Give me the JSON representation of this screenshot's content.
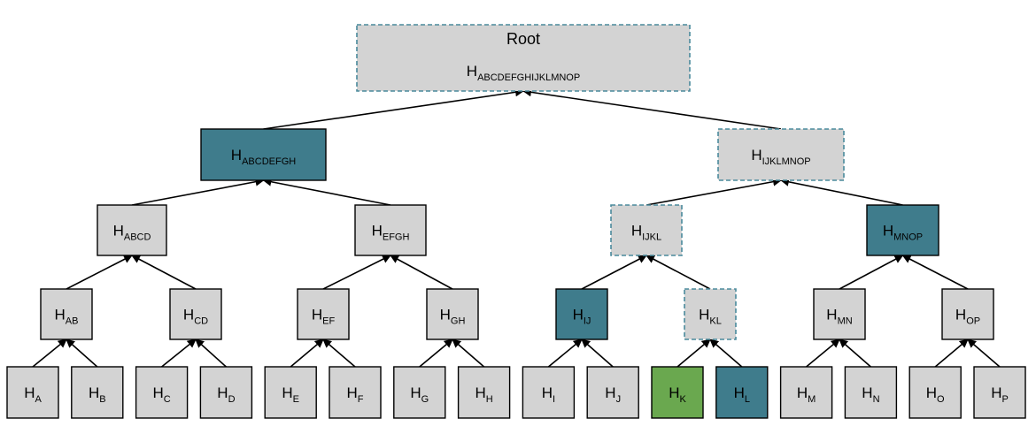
{
  "colors": {
    "plain_fill": "#d3d3d3",
    "plain_stroke": "#000000",
    "dashed_fill": "#d3d3d3",
    "dashed_stroke": "#4a8a9c",
    "teal_fill": "#3f7c8c",
    "green_fill": "#6aa84f",
    "edge": "#000000"
  },
  "nodes": {
    "root": {
      "title": "Root",
      "main": "H",
      "sub": "ABCDEFGHIJKLMNOP",
      "style": "dashed"
    },
    "abcdefgh": {
      "main": "H",
      "sub": "ABCDEFGH",
      "style": "teal"
    },
    "ijklmnop": {
      "main": "H",
      "sub": "IJKLMNOP",
      "style": "dashed"
    },
    "abcd": {
      "main": "H",
      "sub": "ABCD",
      "style": "plain"
    },
    "efgh": {
      "main": "H",
      "sub": "EFGH",
      "style": "plain"
    },
    "ijkl": {
      "main": "H",
      "sub": "IJKL",
      "style": "dashed"
    },
    "mnop": {
      "main": "H",
      "sub": "MNOP",
      "style": "teal"
    },
    "ab": {
      "main": "H",
      "sub": "AB",
      "style": "plain"
    },
    "cd": {
      "main": "H",
      "sub": "CD",
      "style": "plain"
    },
    "ef": {
      "main": "H",
      "sub": "EF",
      "style": "plain"
    },
    "gh": {
      "main": "H",
      "sub": "GH",
      "style": "plain"
    },
    "ij": {
      "main": "H",
      "sub": "IJ",
      "style": "teal"
    },
    "kl": {
      "main": "H",
      "sub": "KL",
      "style": "dashed"
    },
    "mn": {
      "main": "H",
      "sub": "MN",
      "style": "plain"
    },
    "op": {
      "main": "H",
      "sub": "OP",
      "style": "plain"
    },
    "a": {
      "main": "H",
      "sub": "A",
      "style": "plain"
    },
    "b": {
      "main": "H",
      "sub": "B",
      "style": "plain"
    },
    "c": {
      "main": "H",
      "sub": "C",
      "style": "plain"
    },
    "d": {
      "main": "H",
      "sub": "D",
      "style": "plain"
    },
    "e": {
      "main": "H",
      "sub": "E",
      "style": "plain"
    },
    "f": {
      "main": "H",
      "sub": "F",
      "style": "plain"
    },
    "g": {
      "main": "H",
      "sub": "G",
      "style": "plain"
    },
    "h": {
      "main": "H",
      "sub": "H",
      "style": "plain"
    },
    "i": {
      "main": "H",
      "sub": "I",
      "style": "plain"
    },
    "j": {
      "main": "H",
      "sub": "J",
      "style": "plain"
    },
    "k": {
      "main": "H",
      "sub": "K",
      "style": "green"
    },
    "l": {
      "main": "H",
      "sub": "L",
      "style": "teal"
    },
    "m": {
      "main": "H",
      "sub": "M",
      "style": "plain"
    },
    "n": {
      "main": "H",
      "sub": "N",
      "style": "plain"
    },
    "o": {
      "main": "H",
      "sub": "O",
      "style": "plain"
    },
    "p": {
      "main": "H",
      "sub": "P",
      "style": "plain"
    }
  },
  "edges": [
    [
      "abcdefgh",
      "root"
    ],
    [
      "ijklmnop",
      "root"
    ],
    [
      "abcd",
      "abcdefgh"
    ],
    [
      "efgh",
      "abcdefgh"
    ],
    [
      "ijkl",
      "ijklmnop"
    ],
    [
      "mnop",
      "ijklmnop"
    ],
    [
      "ab",
      "abcd"
    ],
    [
      "cd",
      "abcd"
    ],
    [
      "ef",
      "efgh"
    ],
    [
      "gh",
      "efgh"
    ],
    [
      "ij",
      "ijkl"
    ],
    [
      "kl",
      "ijkl"
    ],
    [
      "mn",
      "mnop"
    ],
    [
      "op",
      "mnop"
    ],
    [
      "a",
      "ab"
    ],
    [
      "b",
      "ab"
    ],
    [
      "c",
      "cd"
    ],
    [
      "d",
      "cd"
    ],
    [
      "e",
      "ef"
    ],
    [
      "f",
      "ef"
    ],
    [
      "g",
      "gh"
    ],
    [
      "h",
      "gh"
    ],
    [
      "i",
      "ij"
    ],
    [
      "j",
      "ij"
    ],
    [
      "k",
      "kl"
    ],
    [
      "l",
      "kl"
    ],
    [
      "m",
      "mn"
    ],
    [
      "n",
      "mn"
    ],
    [
      "o",
      "op"
    ],
    [
      "p",
      "op"
    ]
  ]
}
